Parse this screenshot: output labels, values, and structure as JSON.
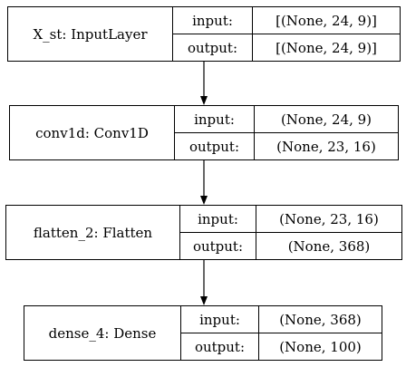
{
  "io_labels": {
    "input": "input:",
    "output": "output:"
  },
  "nodes": [
    {
      "name": "X_st: InputLayer",
      "input": "[(None, 24, 9)]",
      "output": "[(None, 24, 9)]"
    },
    {
      "name": "conv1d: Conv1D",
      "input": "(None, 24, 9)",
      "output": "(None, 23, 16)"
    },
    {
      "name": "flatten_2: Flatten",
      "input": "(None, 23, 16)",
      "output": "(None, 368)"
    },
    {
      "name": "dense_4: Dense",
      "input": "(None, 368)",
      "output": "(None, 100)"
    }
  ],
  "edges": [
    {
      "from": 0,
      "to": 1
    },
    {
      "from": 1,
      "to": 2
    },
    {
      "from": 2,
      "to": 3
    }
  ],
  "colors": {
    "stroke": "#000000",
    "background": "#ffffff"
  }
}
